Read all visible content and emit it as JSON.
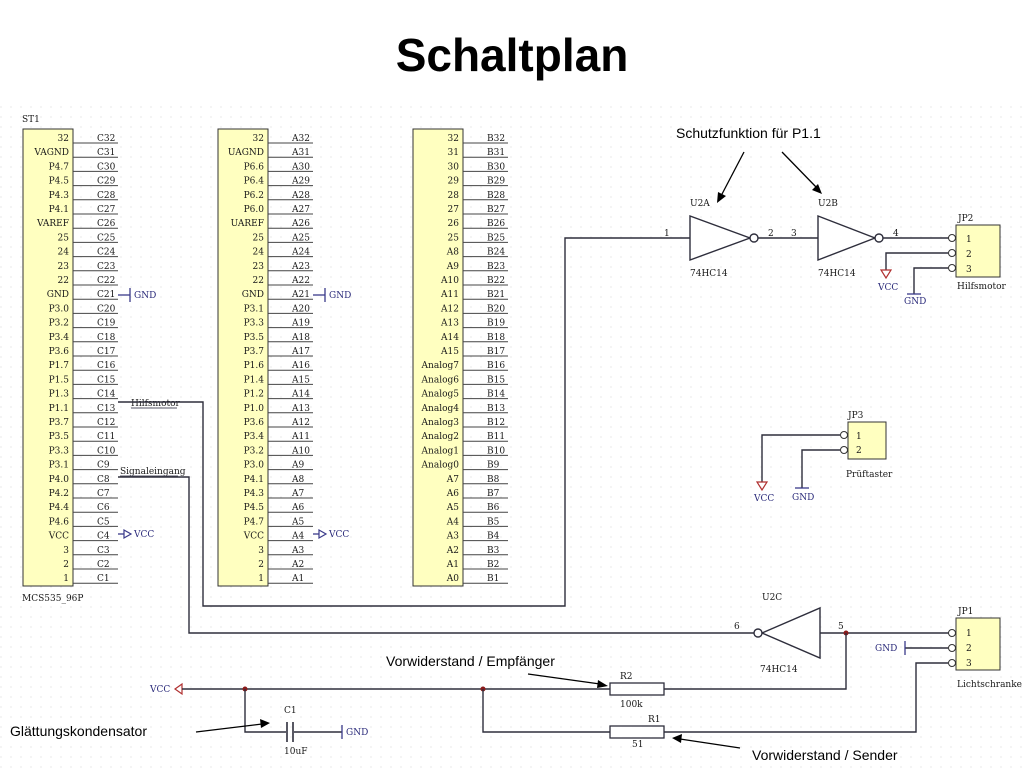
{
  "title": "Schaltplan",
  "connector_name": "ST1",
  "connector_part": "MCS535_96P",
  "col_c": {
    "numbers": [
      "32",
      "VAGND",
      "P4.7",
      "P4.5",
      "P4.3",
      "P4.1",
      "VAREF",
      "25",
      "24",
      "23",
      "22",
      "GND",
      "P3.0",
      "P3.2",
      "P3.4",
      "P3.6",
      "P1.7",
      "P1.5",
      "P1.3",
      "P1.1",
      "P3.7",
      "P3.5",
      "P3.3",
      "P3.1",
      "P4.0",
      "P4.2",
      "P4.4",
      "P4.6",
      "VCC",
      "3",
      "2",
      "1"
    ],
    "pins": [
      "C32",
      "C31",
      "C30",
      "C29",
      "C28",
      "C27",
      "C26",
      "C25",
      "C24",
      "C23",
      "C22",
      "C21",
      "C20",
      "C19",
      "C18",
      "C17",
      "C16",
      "C15",
      "C14",
      "C13",
      "C12",
      "C11",
      "C10",
      "C9",
      "C8",
      "C7",
      "C6",
      "C5",
      "C4",
      "C3",
      "C2",
      "C1"
    ]
  },
  "col_a": {
    "numbers": [
      "32",
      "UAGND",
      "P6.6",
      "P6.4",
      "P6.2",
      "P6.0",
      "UAREF",
      "25",
      "24",
      "23",
      "22",
      "GND",
      "P3.1",
      "P3.3",
      "P3.5",
      "P3.7",
      "P1.6",
      "P1.4",
      "P1.2",
      "P1.0",
      "P3.6",
      "P3.4",
      "P3.2",
      "P3.0",
      "P4.1",
      "P4.3",
      "P4.5",
      "P4.7",
      "VCC",
      "3",
      "2",
      "1"
    ],
    "pins": [
      "A32",
      "A31",
      "A30",
      "A29",
      "A28",
      "A27",
      "A26",
      "A25",
      "A24",
      "A23",
      "A22",
      "A21",
      "A20",
      "A19",
      "A18",
      "A17",
      "A16",
      "A15",
      "A14",
      "A13",
      "A12",
      "A11",
      "A10",
      "A9",
      "A8",
      "A7",
      "A6",
      "A5",
      "A4",
      "A3",
      "A2",
      "A1"
    ]
  },
  "col_b": {
    "numbers": [
      "32",
      "31",
      "30",
      "29",
      "28",
      "27",
      "26",
      "25",
      "A8",
      "A9",
      "A10",
      "A11",
      "A12",
      "A13",
      "A14",
      "A15",
      "Analog7",
      "Analog6",
      "Analog5",
      "Analog4",
      "Analog3",
      "Analog2",
      "Analog1",
      "Analog0",
      "A7",
      "A6",
      "A5",
      "A4",
      "A3",
      "A2",
      "A1",
      "A0"
    ],
    "pins": [
      "B32",
      "B31",
      "B30",
      "B29",
      "B28",
      "B27",
      "B26",
      "B25",
      "B24",
      "B23",
      "B22",
      "B21",
      "B20",
      "B19",
      "B18",
      "B17",
      "B16",
      "B15",
      "B14",
      "B13",
      "B12",
      "B11",
      "B10",
      "B9",
      "B8",
      "B7",
      "B6",
      "B5",
      "B4",
      "B3",
      "B2",
      "B1"
    ]
  },
  "net_labels": {
    "gnd": "GND",
    "vcc": "VCC",
    "hilfsmotor": "Hilfsmotor",
    "signaleingang": "Signaleingang"
  },
  "gates": {
    "u2a": {
      "name": "U2A",
      "type": "74HC14",
      "pin_in": "1",
      "pin_out": "2"
    },
    "u2b": {
      "name": "U2B",
      "type": "74HC14",
      "pin_in": "3",
      "pin_out": "4"
    },
    "u2c": {
      "name": "U2C",
      "type": "74HC14",
      "pin_in": "5",
      "pin_out": "6"
    }
  },
  "jp2": {
    "name": "JP2",
    "label": "Hilfsmotor",
    "pins": [
      "1",
      "2",
      "3"
    ]
  },
  "jp3": {
    "name": "JP3",
    "label": "Prüftaster",
    "pins": [
      "1",
      "2"
    ]
  },
  "jp1": {
    "name": "JP1",
    "label": "Lichtschranke",
    "pins": [
      "1",
      "2",
      "3"
    ]
  },
  "r2": {
    "name": "R2",
    "value": "100k"
  },
  "r1": {
    "name": "R1",
    "value": "51"
  },
  "c1": {
    "name": "C1",
    "value": "10uF"
  },
  "annotations": {
    "schutzfunktion": "Schutzfunktion für P1.1",
    "vorwiderstand_empfaenger": "Vorwiderstand / Empfänger",
    "glaettungskondensator": "Glättungskondensator",
    "vorwiderstand_sender": "Vorwiderstand / Sender"
  },
  "colors": {
    "part_fill": "#ffffc0",
    "wire": "#2e2e3c",
    "power": "#3a3a8a",
    "background": "#ffffff"
  }
}
